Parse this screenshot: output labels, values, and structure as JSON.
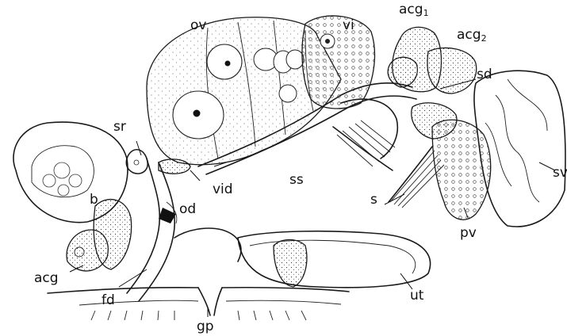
{
  "labels": {
    "ov": "ov",
    "vi": "vi",
    "acg1_main": "acg",
    "acg1_sub": "1",
    "acg2_main": "acg",
    "acg2_sub": "2",
    "sd": "sd",
    "sr": "sr",
    "b": "b",
    "od": "od",
    "vid": "vid",
    "ss": "ss",
    "s": "s",
    "pv": "pv",
    "sv": "sv",
    "acg": "acg",
    "fd": "fd",
    "ut": "ut",
    "gp": "gp"
  }
}
